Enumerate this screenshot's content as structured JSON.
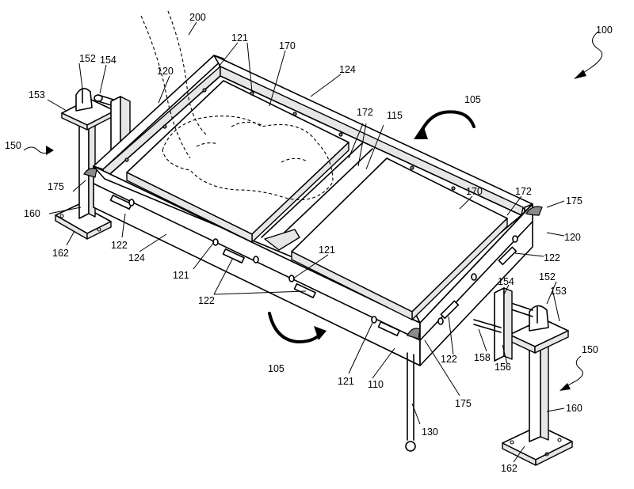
{
  "labels": {
    "n100": "100",
    "n105": "105",
    "n110": "110",
    "n115": "115",
    "n120": "120",
    "n121": "121",
    "n122": "122",
    "n124": "124",
    "n130": "130",
    "n150": "150",
    "n152": "152",
    "n153": "153",
    "n154": "154",
    "n156": "156",
    "n158": "158",
    "n160": "160",
    "n162": "162",
    "n170": "170",
    "n172": "172",
    "n175": "175",
    "n200": "200"
  }
}
